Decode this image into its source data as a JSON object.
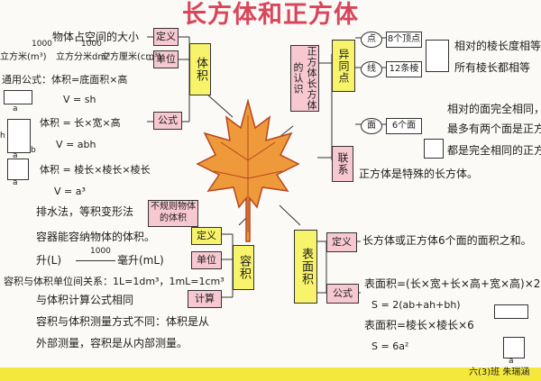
{
  "title": "长方体和正方体",
  "volume": {
    "definition_text": "物体占空间的大小",
    "definition_tag": "定义",
    "unit_tag": "单位",
    "category": "体积",
    "units": [
      "立方米(m³)",
      "立方分米dm³",
      "立方厘米(cm³)"
    ],
    "conv1": "1000",
    "conv2": "1000",
    "formula_tag": "公式",
    "formula_general": "通用公式：体积=底面积×高",
    "formula_general_short": "V = sh",
    "formula_cuboid": "体积 = 长×宽×高",
    "formula_cuboid_short": "V = abh",
    "formula_cube": "体积 = 棱长×棱长×棱长",
    "formula_cube_short": "V = a³",
    "label_a": "a",
    "label_b": "b",
    "label_h": "h",
    "irregular_method": "排水法，等积变形法",
    "irregular_tag": "不规则物体的体积"
  },
  "capacity": {
    "definition_text": "容器能容纳物体的体积。",
    "definition_tag": "定义",
    "unit_tag": "单位",
    "category": "容积",
    "units": "升(L)",
    "conv": "1000",
    "units2": "毫升(mL)",
    "calc_tag": "计算",
    "relation": "容积与体积单位间关系：1L=1dm³，1mL=1cm³",
    "same_formula": "与体积计算公式相同",
    "difference1": "容积与体积测量方式不同：体积是从",
    "difference2": "外部测量，容积是从内部测量。"
  },
  "knowledge": {
    "center": "正方体长方体的认识",
    "diff_tag": "异同点",
    "point_label": "点",
    "point_value": "8个顶点",
    "line_label": "线",
    "line_value": "12条棱",
    "face_label": "面",
    "face_value": "6个面",
    "note_line1": "相对的棱长度相等",
    "note_line2": "所有棱长都相等",
    "note_face1": "相对的面完全相同，",
    "note_face2": "最多有两个面是正方形",
    "note_face3": "都是完全相同的正方形",
    "relation_tag": "联系",
    "relation_text": "正方体是特殊的长方体。"
  },
  "surface": {
    "category": "表面积",
    "definition_tag": "定义",
    "definition_text": "长方体或正方体6个面的面积之和。",
    "formula_tag": "公式",
    "formula_cuboid": "表面积=(长×宽+长×高+宽×高)×2",
    "formula_cuboid_short": "S = 2(ab+ah+bh)",
    "formula_cube": "表面积=棱长×棱长×6",
    "formula_cube_short": "S = 6a²",
    "label_a": "a"
  },
  "signature": "六(3)班 朱瑞涵",
  "colors": {
    "title": "#d9455a",
    "pink_tag": "#f7c8d0",
    "yellow_tag": "#f7f36a",
    "leaf": "#e9822a",
    "bottom_band": "#f5e83c"
  }
}
